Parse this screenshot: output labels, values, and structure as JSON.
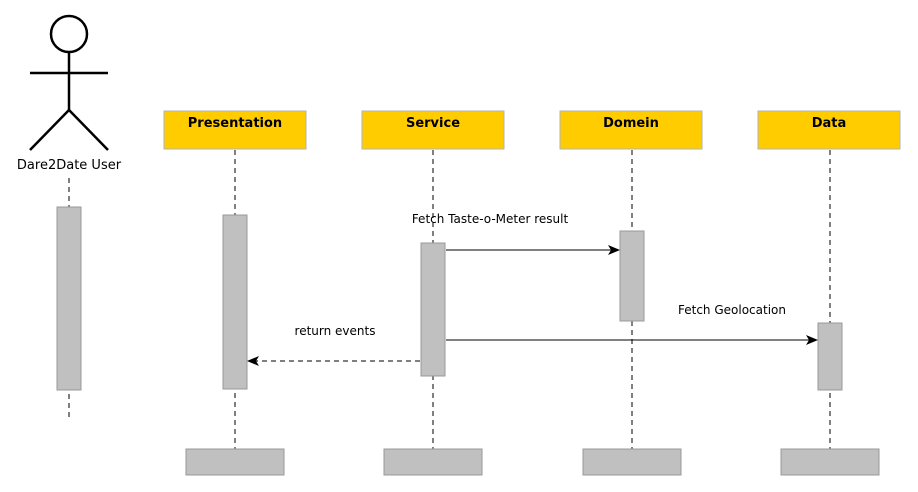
{
  "actor": {
    "name": "Dare2Date User"
  },
  "participants": [
    {
      "id": "presentation",
      "label": "Presentation"
    },
    {
      "id": "service",
      "label": "Service"
    },
    {
      "id": "domein",
      "label": "Domein"
    },
    {
      "id": "data",
      "label": "Data"
    }
  ],
  "messages": [
    {
      "id": "fetch-taste",
      "label": "Fetch Taste-o-Meter result",
      "from": "service",
      "to": "domein",
      "style": "solid"
    },
    {
      "id": "fetch-geo",
      "label": "Fetch Geolocation",
      "from": "service",
      "to": "data",
      "style": "solid"
    },
    {
      "id": "return-events",
      "label": "return events",
      "from": "service",
      "to": "presentation",
      "style": "dashed"
    }
  ],
  "colors": {
    "participant_fill": "#FFCC00",
    "participant_stroke": "#B3B3B3",
    "activation_fill": "#C0C0C0",
    "activation_stroke": "#999999",
    "line": "#000000"
  }
}
